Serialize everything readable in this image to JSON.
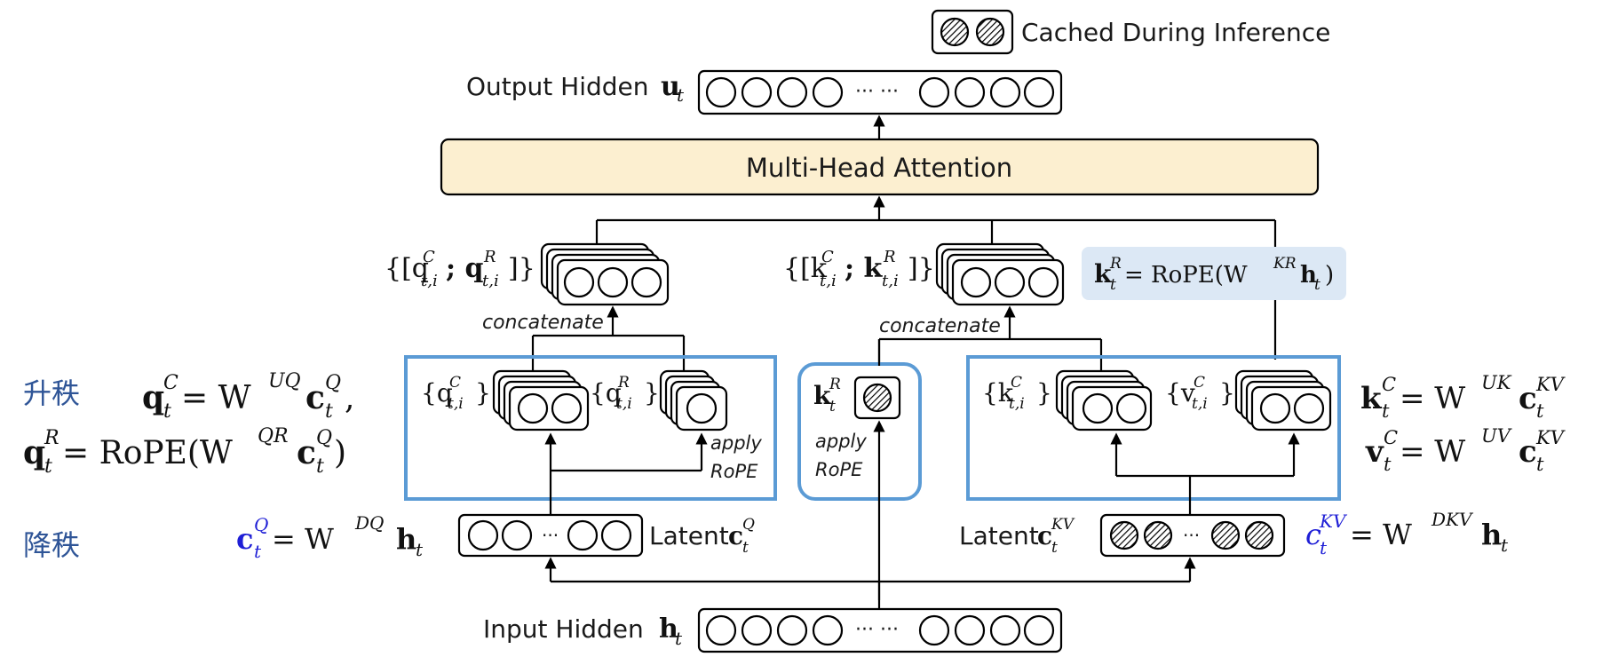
{
  "legend": {
    "label": "Cached During Inference"
  },
  "output": {
    "label": "Output Hidden",
    "symbol": "u",
    "sub": "t",
    "ellipsis": "··· ···"
  },
  "attention": {
    "label": "Multi-Head Attention"
  },
  "query_concat": {
    "label": "{[q",
    "sup1": "C",
    "sub1": "t,i",
    "mid": "; q",
    "sup2": "R",
    "sub2": "t,i",
    "close": "]}"
  },
  "key_concat": {
    "label": "{[k",
    "sup1": "C",
    "sub1": "t,i",
    "mid": "; k",
    "sup2": "R",
    "sub2": "t,i",
    "close": "]}"
  },
  "concat_left": "concatenate",
  "concat_right": "concatenate",
  "kr_formula": {
    "lhs": "k",
    "sup": "R",
    "sub": "t",
    "rhs": " = RoPE(W",
    "wsup": "KR",
    "h": "h",
    "hsub": "t",
    "close": ")"
  },
  "q_heads": {
    "qc": "{q",
    "qc_sup": "C",
    "qc_sub": "t,i",
    "qc_close": "}",
    "qr": "{q",
    "qr_sup": "R",
    "qr_sub": "t,i",
    "qr_close": "}"
  },
  "apply_rope_q": [
    "apply",
    "RoPE"
  ],
  "apply_rope_k": [
    "apply",
    "RoPE"
  ],
  "kr_label": {
    "sym": "k",
    "sup": "R",
    "sub": "t"
  },
  "kv_heads": {
    "kc": "{k",
    "kc_sup": "C",
    "kc_sub": "t,i",
    "kc_close": "}",
    "vc": "{v",
    "vc_sup": "C",
    "vc_sub": "t,i",
    "vc_close": "}"
  },
  "latent_q": {
    "label": "Latent",
    "sym": "c",
    "sup": "Q",
    "sub": "t",
    "ellipsis": "···"
  },
  "latent_kv": {
    "label": "Latent",
    "sym": "c",
    "sup": "KV",
    "sub": "t",
    "ellipsis": "···"
  },
  "input": {
    "label": "Input Hidden",
    "symbol": "h",
    "sub": "t",
    "ellipsis": "··· ···"
  },
  "annotations": {
    "up_rank": "升秩",
    "down_rank": "降秩"
  },
  "eq_qc": {
    "lhs": "q",
    "sup": "C",
    "sub": "t",
    "rhs": " = W",
    "wsup": "UQ",
    "c": "c",
    "csup": "Q",
    "csub": "t",
    "tail": ","
  },
  "eq_qr": {
    "lhs": "q",
    "sup": "R",
    "sub": "t",
    "rhs": " = RoPE(W",
    "wsup": "QR",
    "c": "c",
    "csup": "Q",
    "csub": "t",
    "tail": ")"
  },
  "eq_cq": {
    "lhs": "c",
    "sup": "Q",
    "sub": "t",
    "rhs": " = W",
    "wsup": "DQ",
    "h": "h",
    "hsub": "t"
  },
  "eq_kc": {
    "lhs": "k",
    "sup": "C",
    "sub": "t",
    "rhs": " = W",
    "wsup": "UK",
    "c": "c",
    "csup": "KV",
    "csub": "t"
  },
  "eq_vc": {
    "lhs": "v",
    "sup": "C",
    "sub": "t",
    "rhs": " = W",
    "wsup": "UV",
    "c": "c",
    "csup": "KV",
    "csub": "t"
  },
  "eq_ckv": {
    "lhs": "c",
    "sup": "KV",
    "sub": "t",
    "rhs": " = W",
    "wsup": "DKV",
    "h": "h",
    "hsub": "t"
  },
  "colors": {
    "attention_fill": "#fcefd0",
    "blue_box": "#5b9bd5",
    "formula_bg": "#dce8f5",
    "math_blue": "#1f1fd6",
    "cjk": "#2f5597"
  }
}
